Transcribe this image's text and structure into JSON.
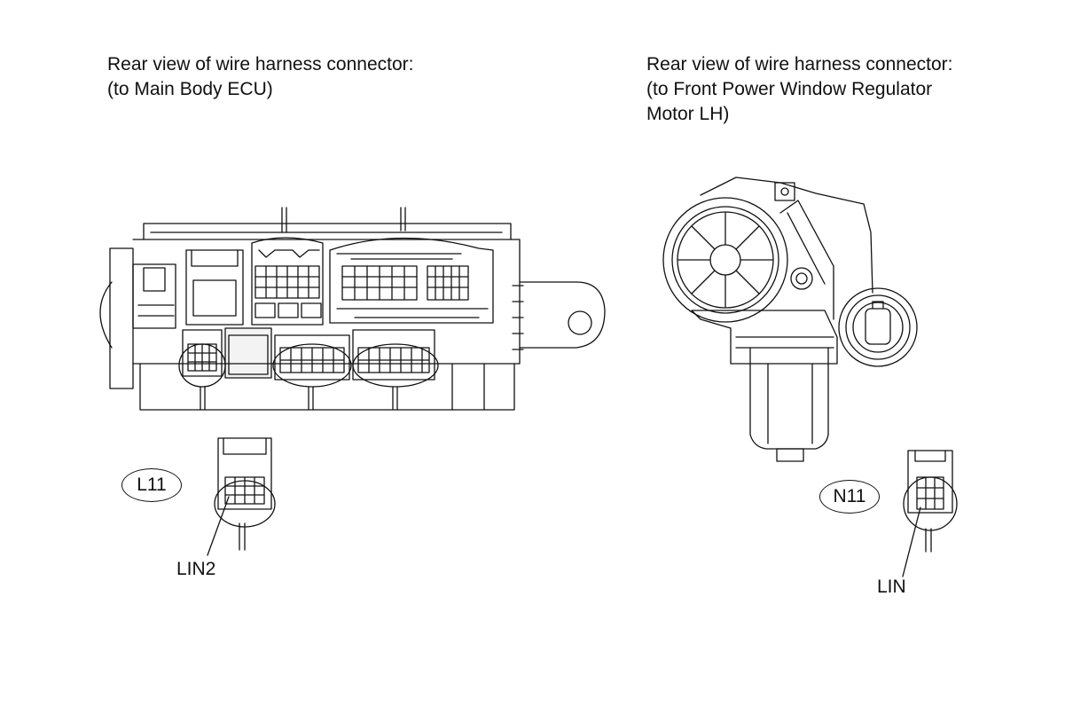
{
  "left": {
    "caption_line1": "Rear view of wire harness connector:",
    "caption_line2": "(to Main Body ECU)",
    "connector_id": "L11",
    "pin_label": "LIN2"
  },
  "right": {
    "caption_line1": "Rear view of wire harness connector:",
    "caption_line2": "(to Front Power Window Regulator",
    "caption_line3": "Motor LH)",
    "connector_id": "N11",
    "pin_label": "LIN"
  }
}
